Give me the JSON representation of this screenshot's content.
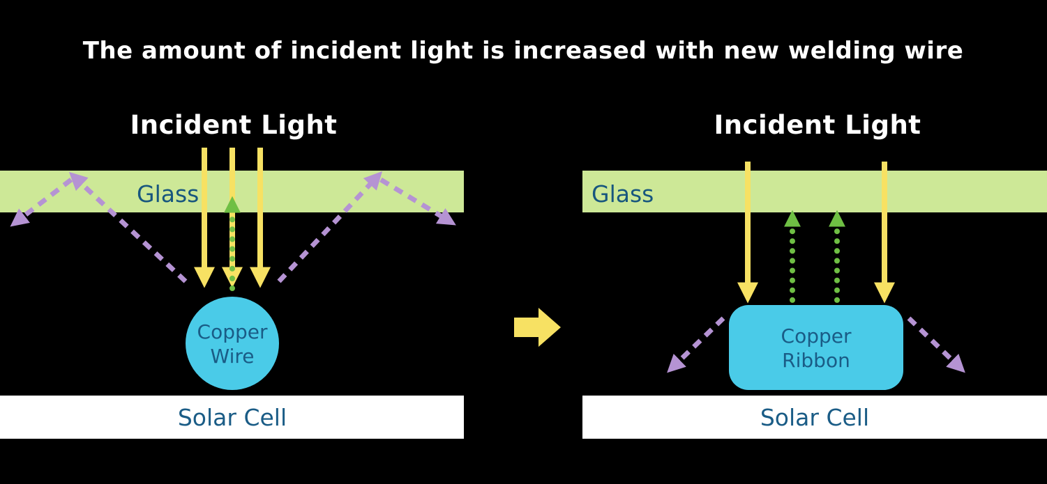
{
  "title": "The amount of incident light is increased with new welding wire",
  "colors": {
    "background": "#000000",
    "title_text": "#ffffff",
    "glass_bar": "#cde897",
    "label_dark_blue": "#1a5c86",
    "incident_ray_yellow": "#f7e163",
    "absorbed_ray_green": "#6fbf44",
    "reflected_ray_purple": "#b593d3",
    "copper_cyan": "#4acbe8",
    "solar_cell_white": "#ffffff"
  },
  "left": {
    "incident_light_label": "Incident Light",
    "glass_label": "Glass",
    "copper_line1": "Copper",
    "copper_line2": "Wire",
    "solar_cell_label": "Solar Cell"
  },
  "right": {
    "incident_light_label": "Incident Light",
    "glass_label": "Glass",
    "copper_line1": "Copper",
    "copper_line2": "Ribbon",
    "solar_cell_label": "Solar Cell"
  }
}
